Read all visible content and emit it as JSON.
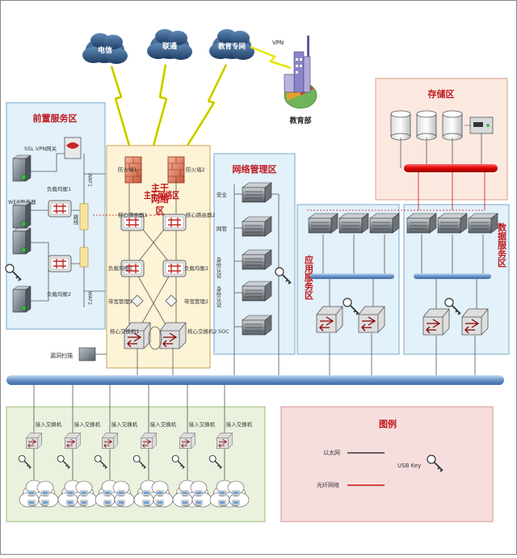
{
  "clouds": {
    "telecom": "电信",
    "unicom": "联通",
    "edu_net": "教育专网"
  },
  "vpn": "VPN",
  "ministry": "教育部",
  "zones": {
    "front": "前置服务区",
    "core": "主干网络区",
    "netmgmt": "网络管理区",
    "storage": "存储区",
    "app": "应用服务区",
    "data": "数据服务区",
    "legend": "图例"
  },
  "front": {
    "ssl_vpn": "SSL VPN网关",
    "web_server": "WEB服务器",
    "lb1": "负载均衡1",
    "lb2": "负载均衡2",
    "waf1": "WAF1",
    "waf2": "WAF2",
    "jump": "跳线"
  },
  "core": {
    "fw1": "防火墙1",
    "fw2": "防火墙2",
    "cr1": "核心路由器1",
    "cr2": "核心路由器2",
    "lb1": "负载均衡1",
    "lb2": "负载均衡2",
    "bw1": "带宽管理1",
    "bw2": "带宽管理2",
    "cs1": "核心交换机1",
    "cs2": "核心交换机2"
  },
  "netmgmt": {
    "security": "安全",
    "netmgr": "网管",
    "auth1": "身份认证",
    "auth2": "身份认证",
    "soc": "SOC"
  },
  "bypass": "漏洞扫描",
  "access_switch": "接入交换机",
  "legend": {
    "ethernet": "以太网",
    "fiber": "光纤网络",
    "usbkey": "USB Key"
  },
  "colors": {
    "zone_border": "#7aa8c8",
    "blue_zone": "#e2f1fa",
    "core_zone": "#fdf3d6",
    "storage_zone": "#fbe9e0",
    "bottom_zone": "#eaf2de",
    "legend_zone": "#f7dede",
    "title_red": "#c0161b",
    "bus_blue": "#7ea6d6",
    "fiber_red": "#cc1111"
  }
}
